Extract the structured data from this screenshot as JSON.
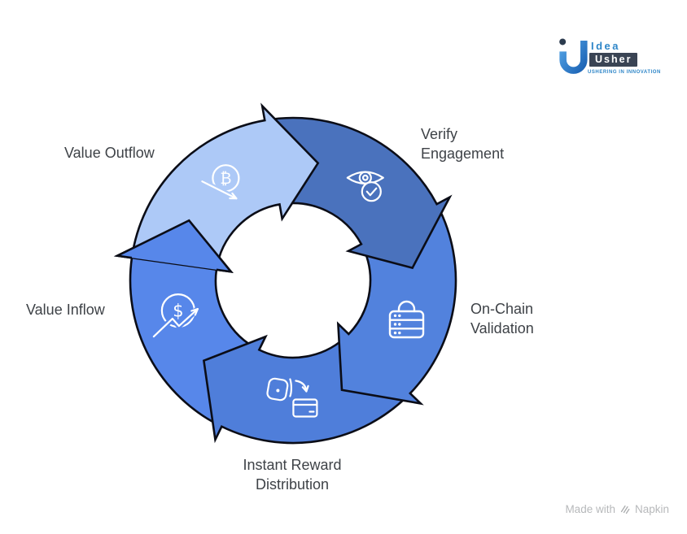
{
  "logo": {
    "brand_top": "Idea",
    "brand_bottom": "Usher",
    "tagline": "USHERING IN INNOVATION",
    "colors": {
      "accent": "#2e86c8",
      "box": "#3a4454",
      "icon_dot": "#2c3b4e",
      "icon_grad_start": "#54a4e6",
      "icon_grad_end": "#1b62b4"
    }
  },
  "diagram": {
    "outline_color": "#0b0d17",
    "label_color": "#3e4247",
    "icon_color": "#ffffff",
    "icons": {
      "bitcoin_glyph": "₿",
      "dollar_glyph": "$"
    },
    "segments": [
      {
        "id": "value-outflow",
        "label": "Value Outflow",
        "color": "#adc9f7",
        "icon": "bitcoin-decline-icon"
      },
      {
        "id": "verify-engagement",
        "label": "Verify\nEngagement",
        "color": "#4a72bd",
        "icon": "eye-check-icon"
      },
      {
        "id": "on-chain-validation",
        "label": "On-Chain\nValidation",
        "color": "#5282dd",
        "icon": "lock-server-icon"
      },
      {
        "id": "instant-reward-distribution",
        "label": "Instant Reward\nDistribution",
        "color": "#4f7eda",
        "icon": "wallet-transfer-icon"
      },
      {
        "id": "value-inflow",
        "label": "Value Inflow",
        "color": "#5787ea",
        "icon": "dollar-growth-icon"
      }
    ]
  },
  "footer": {
    "made_with": "Made with",
    "brand": "Napkin"
  }
}
